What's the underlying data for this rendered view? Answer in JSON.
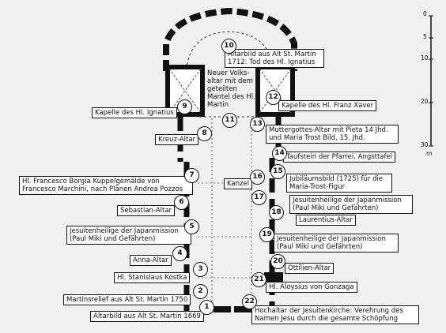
{
  "scale": {
    "ticks": [
      "0",
      "5",
      "10",
      "20",
      "30"
    ],
    "unit": "m"
  },
  "markers": [
    "1",
    "2",
    "3",
    "4",
    "5",
    "6",
    "7",
    "8",
    "9",
    "10",
    "11",
    "12",
    "13",
    "14",
    "15",
    "16",
    "17",
    "18",
    "19",
    "20",
    "21",
    "22"
  ],
  "labels": {
    "l10": "Altarbild aus Alt St. Martin 1712: Tod des Hl. Ignatius",
    "altar": "Neuer Volks-altar mit dem geteilten Mantel des Hl. Martin",
    "l9": "Kapelle des Hl. Ignatius",
    "l12": "Kapelle des Hl. Franz Xaver",
    "l8": "Kreuz-Altar",
    "l13": "Muttergottes-Altar mit Pieta 14 Jhd. und Maria Trost Bild, 15. Jhd.",
    "l14": "Taufstein der Pfarrei, Angsttafel",
    "l7": "Hl. Francesco Borgia Kuppelgemälde von Francesco Marchini, nach Plänen Andrea Pozzos",
    "l16": "Kanzel",
    "l15": "Jubiläumsbild (1725) für die Maria-Trost-Figur",
    "l6": "Sebastian-Altar",
    "l17": "Jesuitenheilige der Japanmission (Paul Miki und Gefährten)",
    "l18": "Laurentius-Altar",
    "l5": "Jesuitenheilige der Japanmission (Paul Miki und Gefährten)",
    "l19": "Jesuitenheilige der Japanmission (Paul Miki und Gefährten)",
    "l4": "Anna-Altar",
    "l20": "Ottilien-Altar",
    "l3": "Hl. Stanislaus Kostka",
    "l21": "Hl. Aloysius von Gonzaga",
    "l2": "Martinsrelief aus Alt St. Martin 1750",
    "l22": "Hochaltar der Jesuitenkirche: Verehrung des Namen Jesu durch die gesamte Schöpfung",
    "l1": "Altarbild aus Alt St. Martin 1669"
  }
}
